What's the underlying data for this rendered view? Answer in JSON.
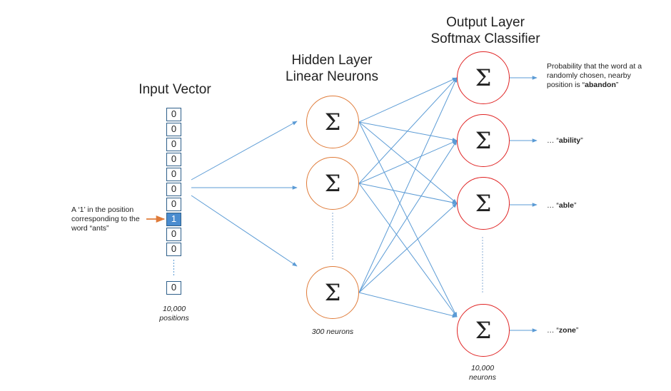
{
  "titles": {
    "input": "Input Vector",
    "hidden_line1": "Hidden Layer",
    "hidden_line2": "Linear Neurons",
    "output_line1": "Output Layer",
    "output_line2": "Softmax Classifier"
  },
  "input_vector": {
    "cells": [
      "0",
      "0",
      "0",
      "0",
      "0",
      "0",
      "0",
      "1",
      "0",
      "0"
    ],
    "hot_index": 7,
    "last_cell": "0",
    "size_line1": "10,000",
    "size_line2": "positions"
  },
  "input_note": {
    "line1": "A ‘1’ in the position",
    "line2": "corresponding to the",
    "line3": "word “ants”"
  },
  "hidden_layer": {
    "symbol": "Σ",
    "count_label": "300 neurons"
  },
  "output_layer": {
    "symbol": "Σ",
    "count_line1": "10,000",
    "count_line2": "neurons",
    "prob_line1": "Probability that the word at a",
    "prob_line2": "randomly chosen, nearby",
    "prob_line3_prefix": "position is “",
    "prob_word": "abandon",
    "prob_suffix": "”",
    "items": [
      {
        "prefix": "… “",
        "word": "ability",
        "suffix": "”"
      },
      {
        "prefix": "… “",
        "word": "able",
        "suffix": "”"
      },
      {
        "prefix": "… “",
        "word": "zone",
        "suffix": "”"
      }
    ]
  },
  "colors": {
    "arrow_blue": "#5b9bd5",
    "hidden_border": "#e07b39",
    "output_border": "#e02424",
    "input_hot": "#4a8ccf",
    "note_arrow": "#e07b39"
  }
}
